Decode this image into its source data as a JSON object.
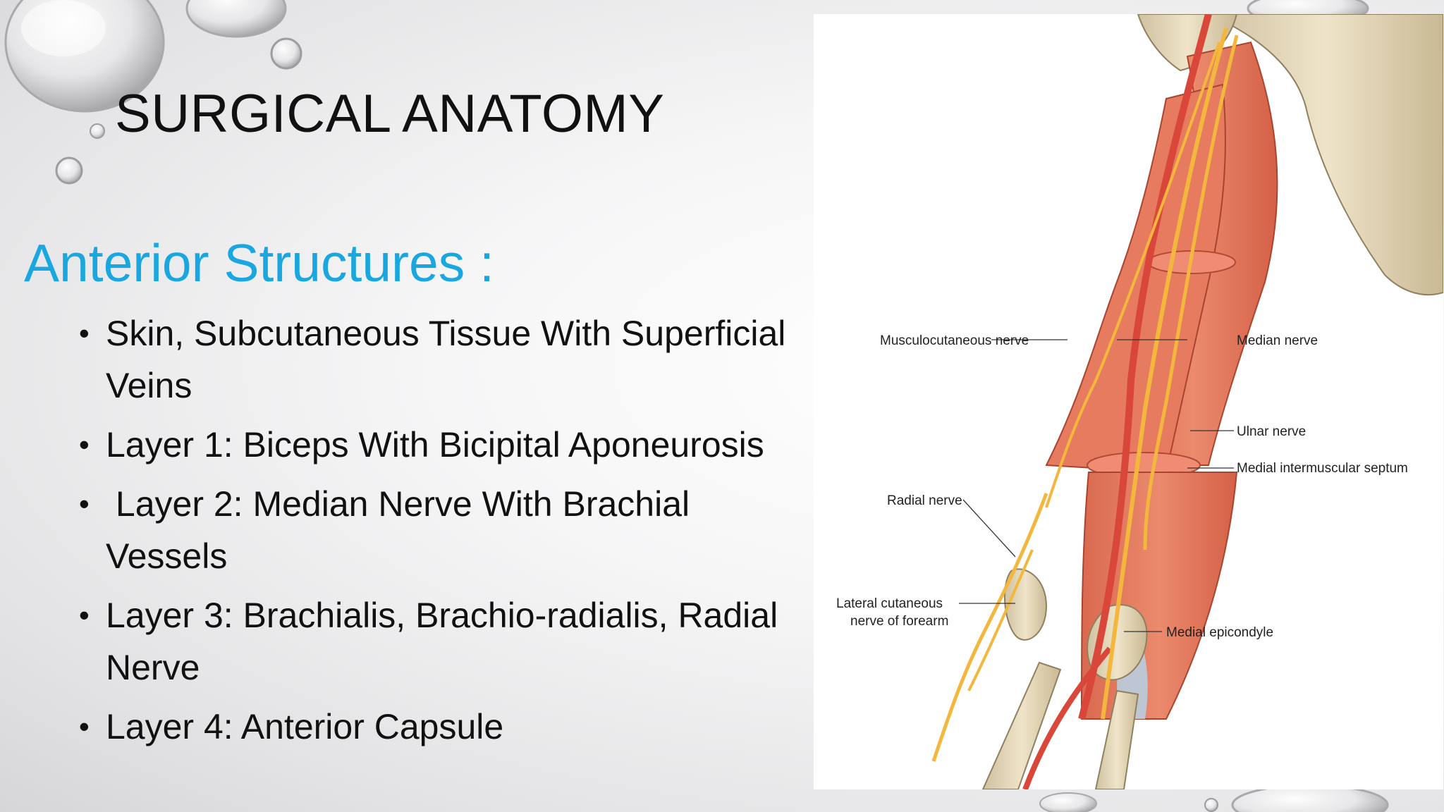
{
  "slide": {
    "title": "SURGICAL ANATOMY",
    "subtitle": "Anterior Structures :",
    "bullets": [
      "Skin, Subcutaneous Tissue With Superficial Veins",
      "Layer 1: Biceps With Bicipital Aponeurosis",
      " Layer 2: Median Nerve With Brachial Vessels",
      "Layer 3: Brachialis, Brachio-radialis, Radial Nerve",
      "Layer 4: Anterior Capsule"
    ],
    "bullet_glyph": "•"
  },
  "figure": {
    "labels": {
      "musculocutaneous": "Musculocutaneous nerve",
      "median": "Median nerve",
      "ulnar": "Ulnar nerve",
      "septum": "Medial intermuscular septum",
      "radial": "Radial nerve",
      "lateral_1": "Lateral cutaneous",
      "lateral_2": "nerve of forearm",
      "epicondyle": "Medial epicondyle"
    }
  },
  "colors": {
    "title": "#111111",
    "subtitle": "#1aa7e0",
    "muscle": "#e4775c",
    "nerve": "#f2b73c",
    "artery": "#d9473a",
    "bone": "#e9dcc0",
    "tendon": "#b9cde0"
  }
}
